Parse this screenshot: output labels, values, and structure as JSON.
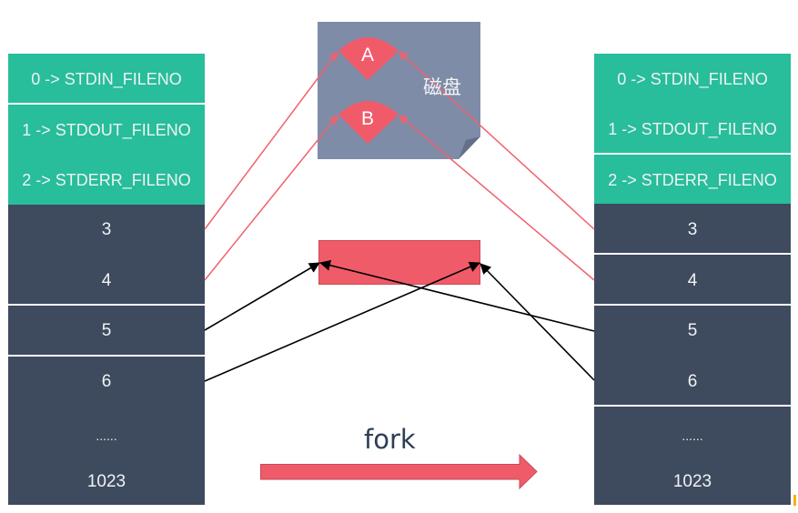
{
  "left_table": {
    "rows": [
      {
        "label": "0 -> STDIN_FILENO"
      },
      {
        "label": "1 -> STDOUT_FILENO"
      },
      {
        "label": "2 -> STDERR_FILENO"
      },
      {
        "label": "3"
      },
      {
        "label": "4"
      },
      {
        "label": "5"
      },
      {
        "label": "6"
      },
      {
        "label": "......"
      },
      {
        "label": "1023"
      }
    ]
  },
  "right_table": {
    "rows": [
      {
        "label": "0 -> STDIN_FILENO"
      },
      {
        "label": "1 -> STDOUT_FILENO"
      },
      {
        "label": "2 -> STDERR_FILENO"
      },
      {
        "label": "3"
      },
      {
        "label": "4"
      },
      {
        "label": "5"
      },
      {
        "label": "6"
      },
      {
        "label": "......"
      },
      {
        "label": "1023"
      }
    ]
  },
  "disk": {
    "label": "磁盘",
    "sectors": [
      {
        "label": "A"
      },
      {
        "label": "B"
      }
    ]
  },
  "shared_object": {
    "label": ""
  },
  "fork": {
    "label": "fork"
  },
  "colors": {
    "std_fd": "#28bd9b",
    "fd": "#3e4a5e",
    "disk": "#7f8ca8",
    "accent_red": "#f05b69",
    "link_red": "#f0616e",
    "link_black": "#000000"
  }
}
